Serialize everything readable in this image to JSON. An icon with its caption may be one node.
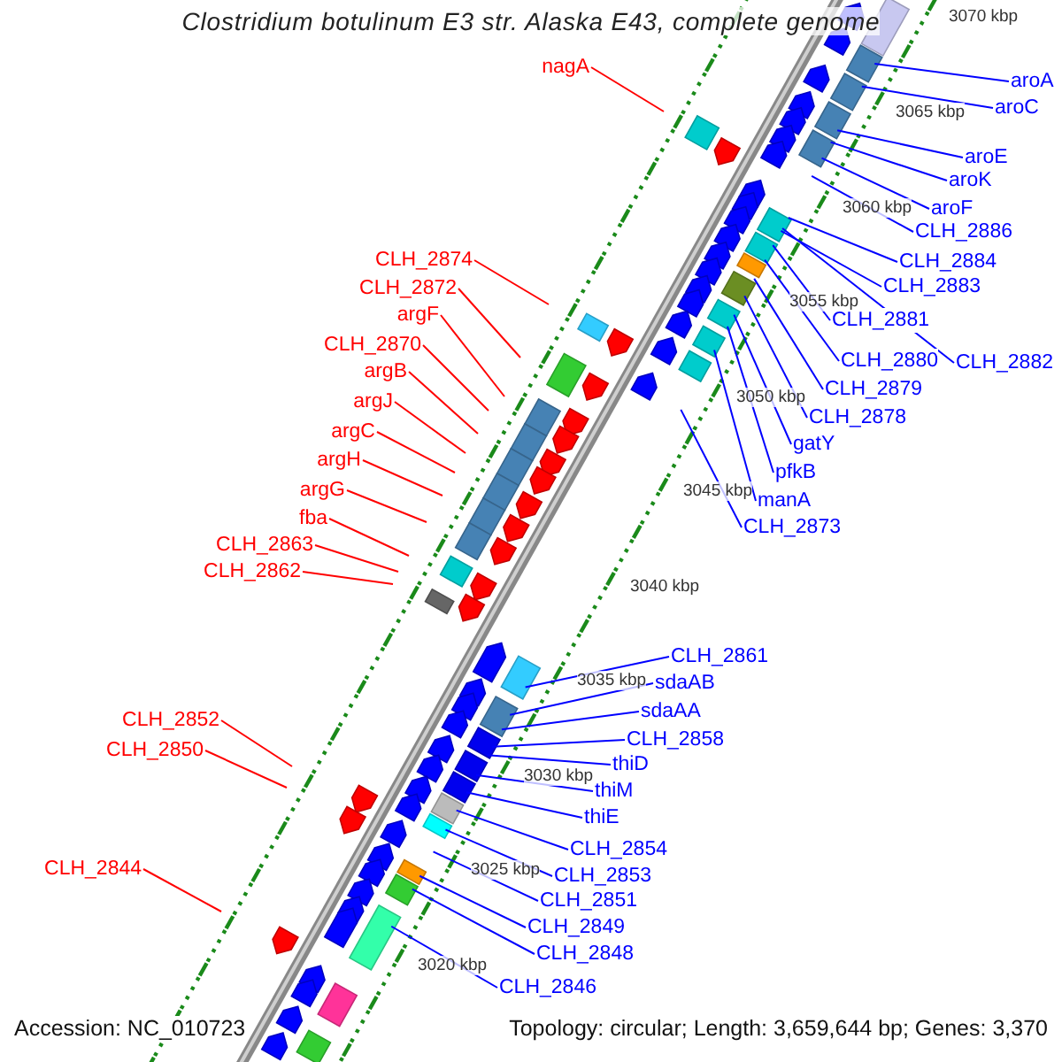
{
  "diagram": {
    "title": "Clostridium botulinum E3 str. Alaska E43, complete genome",
    "nodes": [
      {
        "text": [
          "nagA"
        ]
      },
      {
        "text": [
          "CLH_2874"
        ]
      },
      {
        "text": [
          "CLH_2872"
        ]
      },
      {
        "text": [
          "argF"
        ]
      },
      {
        "text": [
          "CLH_2870"
        ]
      },
      {
        "text": [
          "argB"
        ]
      },
      {
        "text": [
          "argJ"
        ]
      },
      {
        "text": [
          "argC"
        ]
      },
      {
        "text": [
          "argH"
        ]
      },
      {
        "text": [
          "argG"
        ]
      },
      {
        "text": [
          "fba"
        ]
      },
      {
        "text": [
          "CLH_2863"
        ]
      },
      {
        "text": [
          "CLH_2862"
        ]
      },
      {
        "text": [
          "CLH_2852"
        ]
      },
      {
        "text": [
          "CLH_2850"
        ]
      },
      {
        "text": [
          "CLH_2844"
        ]
      },
      {
        "text": [
          "aroA"
        ]
      },
      {
        "text": [
          "aroC"
        ]
      },
      {
        "text": [
          "aroE"
        ]
      },
      {
        "text": [
          "aroK"
        ]
      },
      {
        "text": [
          "aroF"
        ]
      },
      {
        "text": [
          "CLH_2886"
        ]
      },
      {
        "text": [
          "CLH_2884"
        ]
      },
      {
        "text": [
          "CLH_2883"
        ]
      },
      {
        "text": [
          "CLH_2881"
        ]
      },
      {
        "text": [
          "CLH_2882"
        ]
      },
      {
        "text": [
          "CLH_2880"
        ]
      },
      {
        "text": [
          "CLH_2879"
        ]
      },
      {
        "text": [
          "CLH_2878"
        ]
      },
      {
        "text": [
          "gatY"
        ]
      },
      {
        "text": [
          "pfkB"
        ]
      },
      {
        "text": [
          "manA"
        ]
      },
      {
        "text": [
          "CLH_2873"
        ]
      },
      {
        "text": [
          "CLH_2861"
        ]
      },
      {
        "text": [
          "sdaAB"
        ]
      },
      {
        "text": [
          "sdaAA"
        ]
      },
      {
        "text": [
          "CLH_2858"
        ]
      },
      {
        "text": [
          "thiD"
        ]
      },
      {
        "text": [
          "thiM"
        ]
      },
      {
        "text": [
          "thiE"
        ]
      },
      {
        "text": [
          "CLH_2854"
        ]
      },
      {
        "text": [
          "CLH_2853"
        ]
      },
      {
        "text": [
          "CLH_2851"
        ]
      },
      {
        "text": [
          "CLH_2849"
        ]
      },
      {
        "text": [
          "CLH_2848"
        ]
      },
      {
        "text": [
          "CLH_2846"
        ]
      }
    ],
    "edges": [
      {
        "from": 0,
        "to": null,
        "arrow": "none",
        "color": "#ff0000"
      },
      {
        "from": 1,
        "to": null,
        "arrow": "none",
        "color": "#ff0000"
      },
      {
        "from": 2,
        "to": null,
        "arrow": "none",
        "color": "#ff0000"
      },
      {
        "from": 3,
        "to": null,
        "arrow": "none",
        "color": "#ff0000"
      },
      {
        "from": 4,
        "to": null,
        "arrow": "none",
        "color": "#ff0000"
      },
      {
        "from": 5,
        "to": null,
        "arrow": "none",
        "color": "#ff0000"
      },
      {
        "from": 6,
        "to": null,
        "arrow": "none",
        "color": "#ff0000"
      },
      {
        "from": 7,
        "to": null,
        "arrow": "none",
        "color": "#ff0000"
      },
      {
        "from": 8,
        "to": null,
        "arrow": "none",
        "color": "#ff0000"
      },
      {
        "from": 9,
        "to": null,
        "arrow": "none",
        "color": "#ff0000"
      },
      {
        "from": 10,
        "to": null,
        "arrow": "none",
        "color": "#ff0000"
      },
      {
        "from": 11,
        "to": null,
        "arrow": "none",
        "color": "#ff0000"
      },
      {
        "from": 12,
        "to": null,
        "arrow": "none",
        "color": "#ff0000"
      },
      {
        "from": 13,
        "to": null,
        "arrow": "none",
        "color": "#ff0000"
      },
      {
        "from": 14,
        "to": null,
        "arrow": "none",
        "color": "#ff0000"
      },
      {
        "from": 15,
        "to": null,
        "arrow": "none",
        "color": "#ff0000"
      },
      {
        "from": 16,
        "to": null,
        "arrow": "none"
      },
      {
        "from": 17,
        "to": null,
        "arrow": "none"
      },
      {
        "from": 18,
        "to": null,
        "arrow": "none"
      },
      {
        "from": 19,
        "to": null,
        "arrow": "none"
      },
      {
        "from": 20,
        "to": null,
        "arrow": "none"
      },
      {
        "from": 21,
        "to": null,
        "arrow": "none"
      },
      {
        "from": 22,
        "to": null,
        "arrow": "none"
      },
      {
        "from": 23,
        "to": null,
        "arrow": "none"
      },
      {
        "from": 24,
        "to": null,
        "arrow": "none"
      },
      {
        "from": 25,
        "to": null,
        "arrow": "none"
      },
      {
        "from": 26,
        "to": null,
        "arrow": "none"
      },
      {
        "from": 27,
        "to": null,
        "arrow": "none"
      },
      {
        "from": 28,
        "to": null,
        "arrow": "none"
      },
      {
        "from": 29,
        "to": null,
        "arrow": "none"
      },
      {
        "from": 30,
        "to": null,
        "arrow": "none"
      },
      {
        "from": 31,
        "to": null,
        "arrow": "none"
      },
      {
        "from": 32,
        "to": null,
        "arrow": "none"
      },
      {
        "from": 33,
        "to": null,
        "arrow": "none"
      },
      {
        "from": 34,
        "to": null,
        "arrow": "none"
      },
      {
        "from": 35,
        "to": null,
        "arrow": "none"
      },
      {
        "from": 36,
        "to": null,
        "arrow": "none"
      },
      {
        "from": 37,
        "to": null,
        "arrow": "none"
      },
      {
        "from": 38,
        "to": null,
        "arrow": "none"
      },
      {
        "from": 39,
        "to": null,
        "arrow": "none"
      },
      {
        "from": 40,
        "to": null,
        "arrow": "none"
      },
      {
        "from": 41,
        "to": null,
        "arrow": "none"
      },
      {
        "from": 42,
        "to": null,
        "arrow": "none"
      },
      {
        "from": 43,
        "to": null,
        "arrow": "none"
      },
      {
        "from": 44,
        "to": null,
        "arrow": "none"
      },
      {
        "from": 45,
        "to": null,
        "arrow": "none"
      }
    ],
    "labels": [
      "3070 kbp",
      "3065 kbp",
      "3060 kbp",
      "3055 kbp",
      "3050 kbp",
      "3045 kbp",
      "3040 kbp",
      "3035 kbp",
      "3030 kbp",
      "3025 kbp",
      "3020 kbp",
      "Accession: NC_010723",
      "Topology: circular; Length: 3,659,644 bp; Genes: 3,370"
    ]
  }
}
